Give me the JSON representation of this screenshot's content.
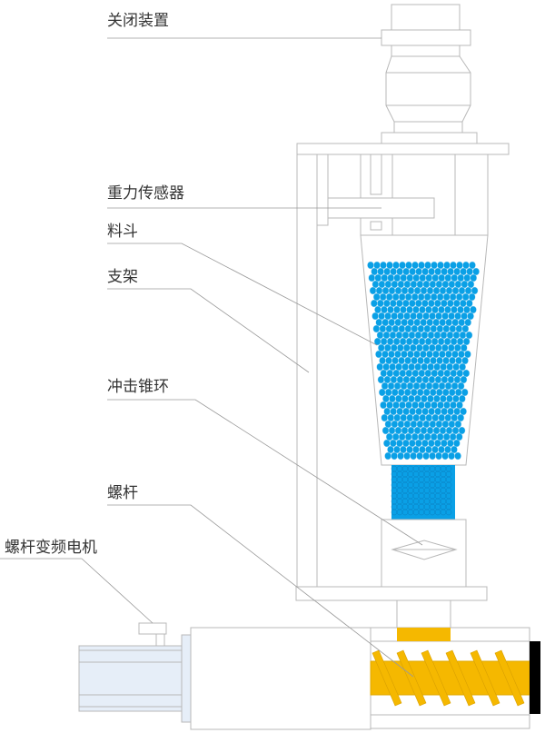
{
  "labels": {
    "closing_device": "关闭装置",
    "gravity_sensor": "重力传感器",
    "hopper": "料斗",
    "bracket": "支架",
    "impact_cone_ring": "冲击锥环",
    "screw": "螺杆",
    "screw_vfd_motor": "螺杆变频电机"
  },
  "colors": {
    "material": "#0aa0e6",
    "screw": "#f5b800",
    "outline": "#b8b8b8",
    "motor": "#e6eef8",
    "end_cap": "#000000"
  }
}
